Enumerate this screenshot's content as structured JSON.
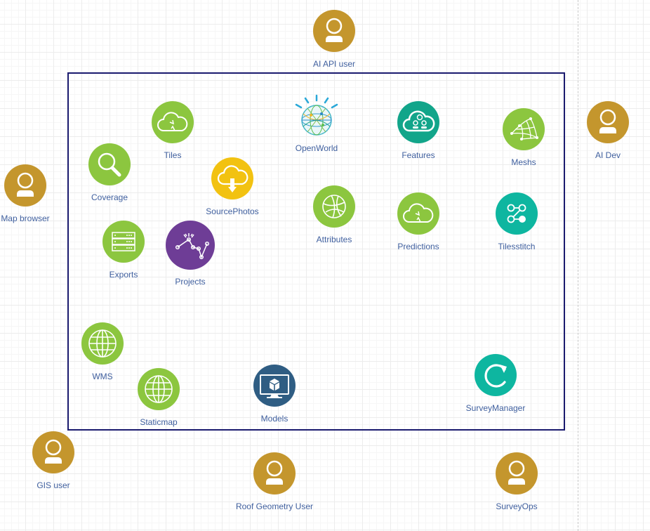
{
  "actors": {
    "ai_api_user": "AI  API user",
    "ai_dev": "AI Dev",
    "map_browser": "Map browser",
    "gis_user": "GIS user",
    "roof_geometry_user": "Roof Geometry User",
    "survey_ops": "SurveyOps"
  },
  "services": {
    "tiles": "Tiles",
    "coverage": "Coverage",
    "source_photos": "SourcePhotos",
    "openworld": "OpenWorld",
    "features": "Features",
    "meshs": "Meshs",
    "attributes": "Attributes",
    "predictions": "Predictions",
    "tilesstitch": "Tilesstitch",
    "exports": "Exports",
    "projects": "Projects",
    "wms": "WMS",
    "staticmap": "Staticmap",
    "models": "Models",
    "survey_manager": "SurveyManager"
  },
  "colors": {
    "actor": "#c4962d",
    "green": "#8cc63f",
    "teal": "#12a58a",
    "teal_light": "#0eb6a0",
    "yellow": "#f2c211",
    "purple": "#6e3d96",
    "navy": "#2f5d83",
    "boundary": "#1a1a6e",
    "label": "#3f5f9e"
  }
}
